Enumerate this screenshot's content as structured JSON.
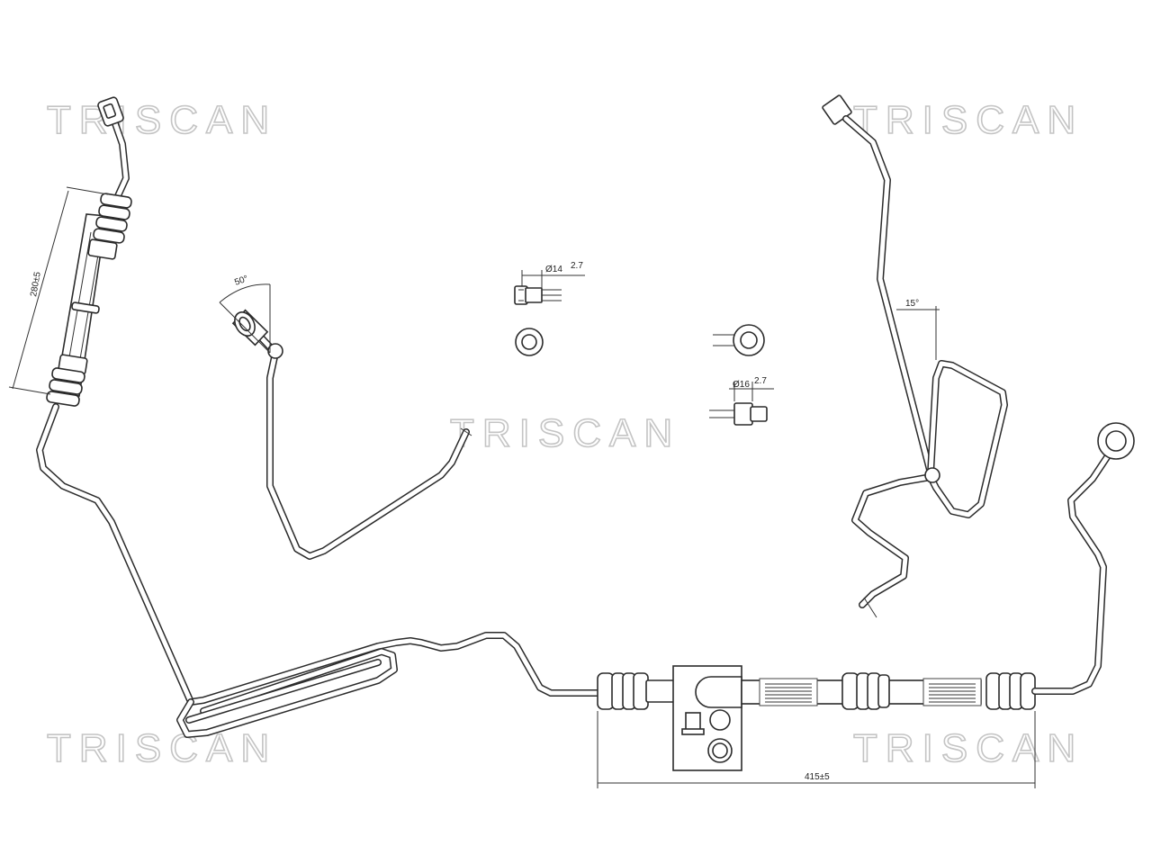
{
  "watermark": "TRISCAN",
  "dimensions": {
    "hose_length_left": "280±5",
    "angle_left": "50°",
    "fitting_top_diameter": "Ø14",
    "fitting_top_tolerance": "2.7",
    "angle_right": "15°",
    "fitting_right_diameter": "Ø16",
    "fitting_right_tolerance": "2.7",
    "length_bottom": "415±5"
  }
}
